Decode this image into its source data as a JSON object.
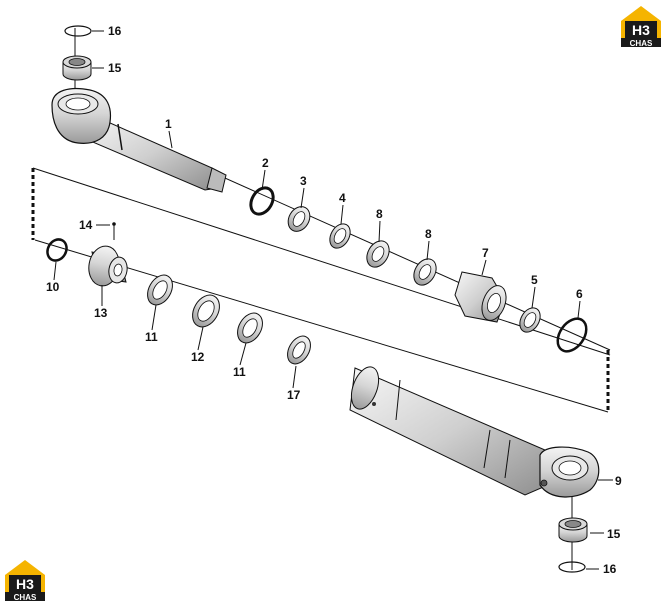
{
  "logo": {
    "line1": "H3",
    "line2": "CHAS",
    "color_yellow": "#f5b400",
    "color_dark": "#1a1a1a"
  },
  "callouts": {
    "c1": "1",
    "c2": "2",
    "c3": "3",
    "c4": "4",
    "c5": "5",
    "c6": "6",
    "c7": "7",
    "c8a": "8",
    "c8b": "8",
    "c9": "9",
    "c10": "10",
    "c11a": "11",
    "c11b": "11",
    "c12": "12",
    "c13": "13",
    "c14": "14",
    "c15a": "15",
    "c15b": "15",
    "c16a": "16",
    "c16b": "16",
    "c17": "17"
  }
}
